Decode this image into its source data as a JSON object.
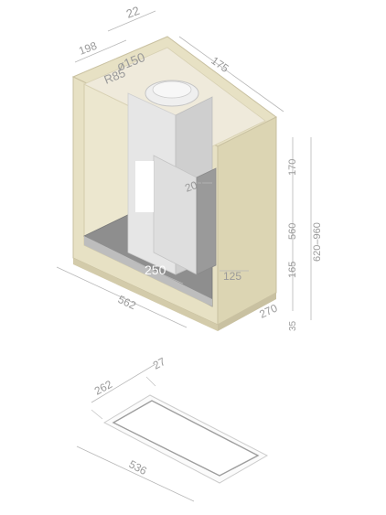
{
  "colors": {
    "cabinet": "#e7e1c4",
    "cabinet_side": "#dcd5b3",
    "cabinet_edge": "#c9c1a1",
    "duct": "#e6e6e6",
    "duct_dark": "#cfcfcf",
    "floor": "#8e8e8e",
    "dim_line": "#b8b8b8",
    "dim_text": "#9a9a9a"
  },
  "labels": {
    "top_depth": "22",
    "left_width": "198",
    "duct_diameter": "ø150",
    "radius": "R85",
    "top_width": "175",
    "inner_width": "200",
    "height_upper": "170",
    "height_mid": "560",
    "total_height_range": "620–960",
    "height_lower": "165",
    "vent_width": "125",
    "outlet_width": "250",
    "bottom_width": "562",
    "bottom_depth": "270",
    "base_height": "35",
    "cutout_depth_a": "262",
    "cutout_depth_b": "27",
    "cutout_width": "536"
  }
}
